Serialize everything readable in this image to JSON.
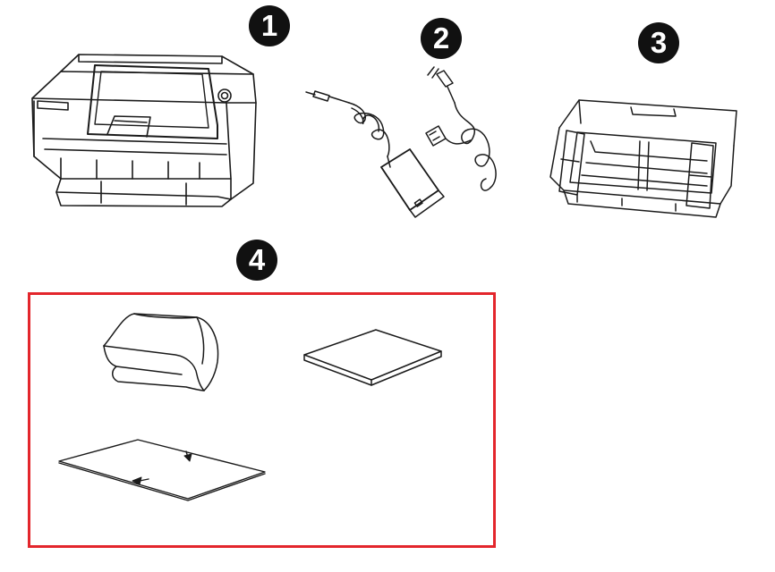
{
  "callouts": [
    {
      "label": "1"
    },
    {
      "label": "2"
    },
    {
      "label": "3"
    },
    {
      "label": "4"
    }
  ],
  "colors": {
    "badge": "#111111",
    "frame": "#e3262c",
    "line": "#1a1a1a"
  },
  "icons": {
    "item1": "scanner-icon",
    "item2": "power-adapter-icon",
    "item3": "paper-tray-icon",
    "item4a": "cleaning-cloth-icon",
    "item4b": "quick-guide-icon",
    "item4c": "calibration-sheet-icon"
  }
}
